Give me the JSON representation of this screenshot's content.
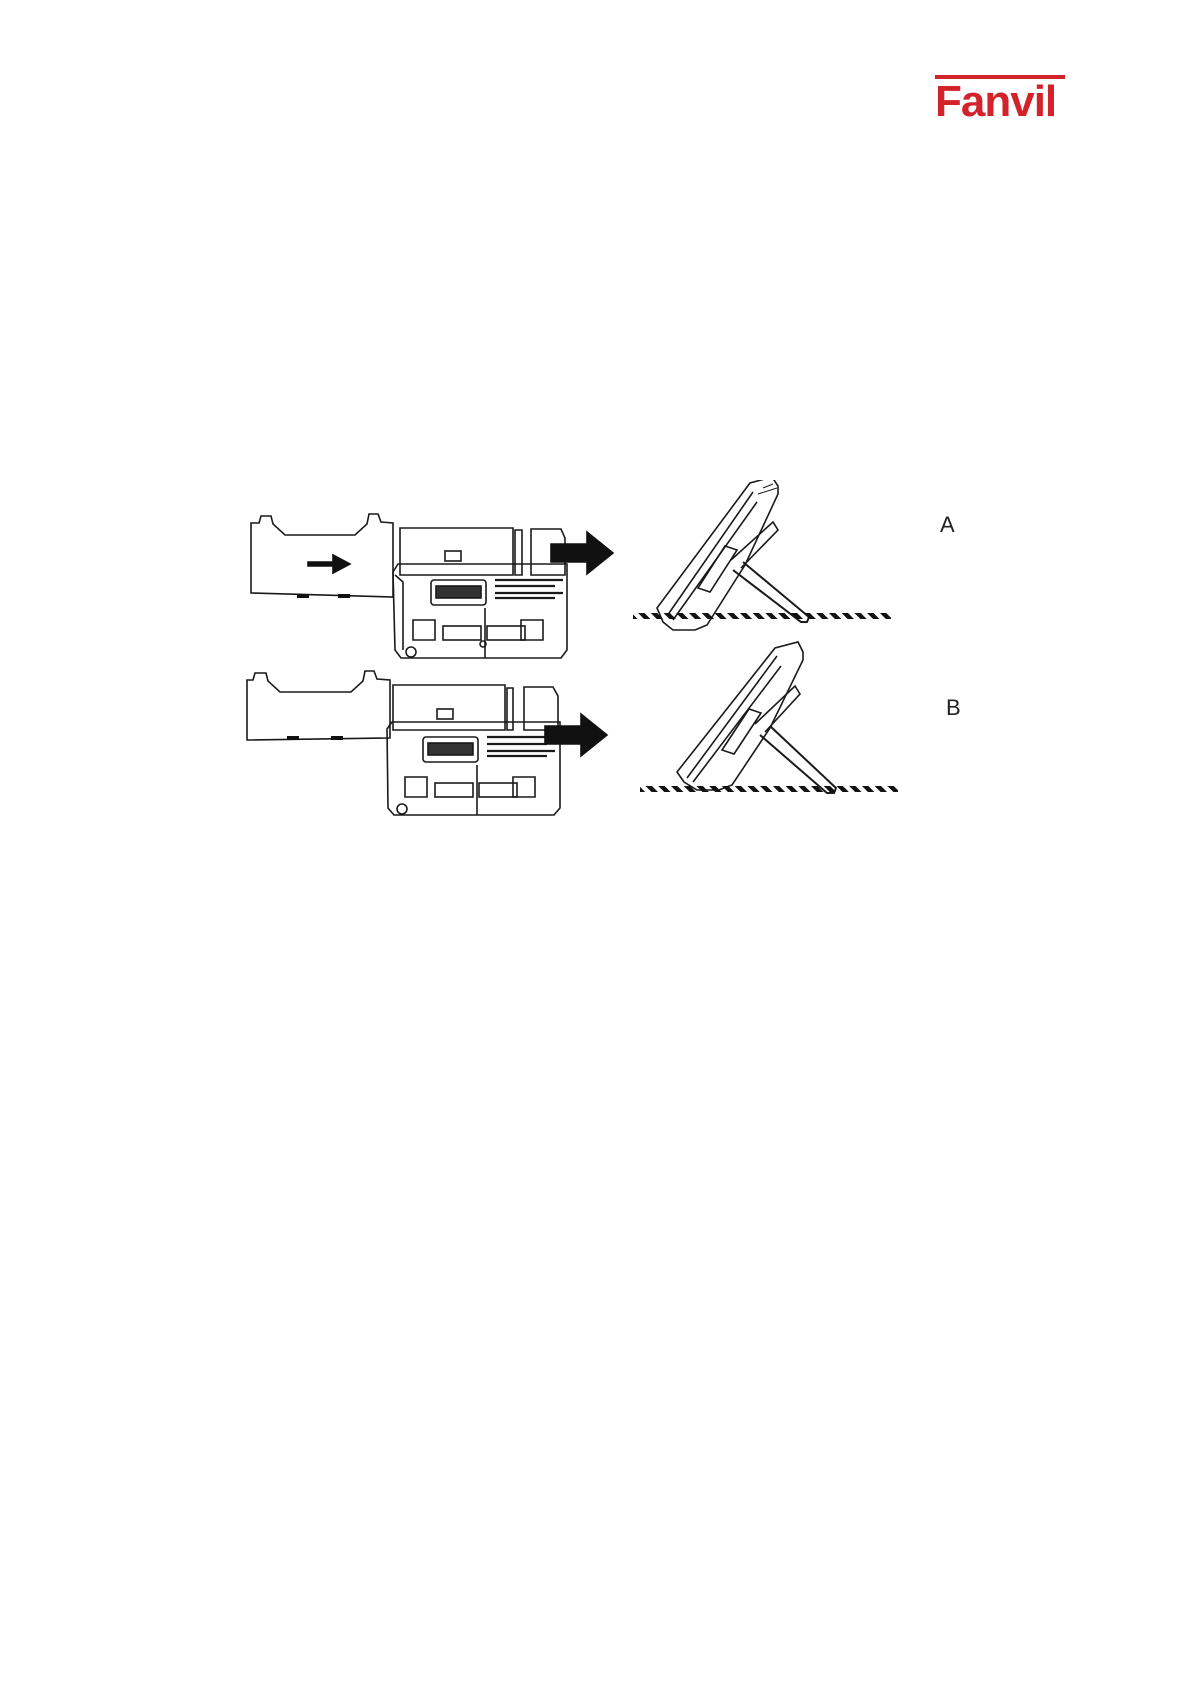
{
  "brand": {
    "logo_text": "Fanvil",
    "color": "#d2232a"
  },
  "figure": {
    "option_a_label": "A",
    "option_b_label": "B"
  }
}
